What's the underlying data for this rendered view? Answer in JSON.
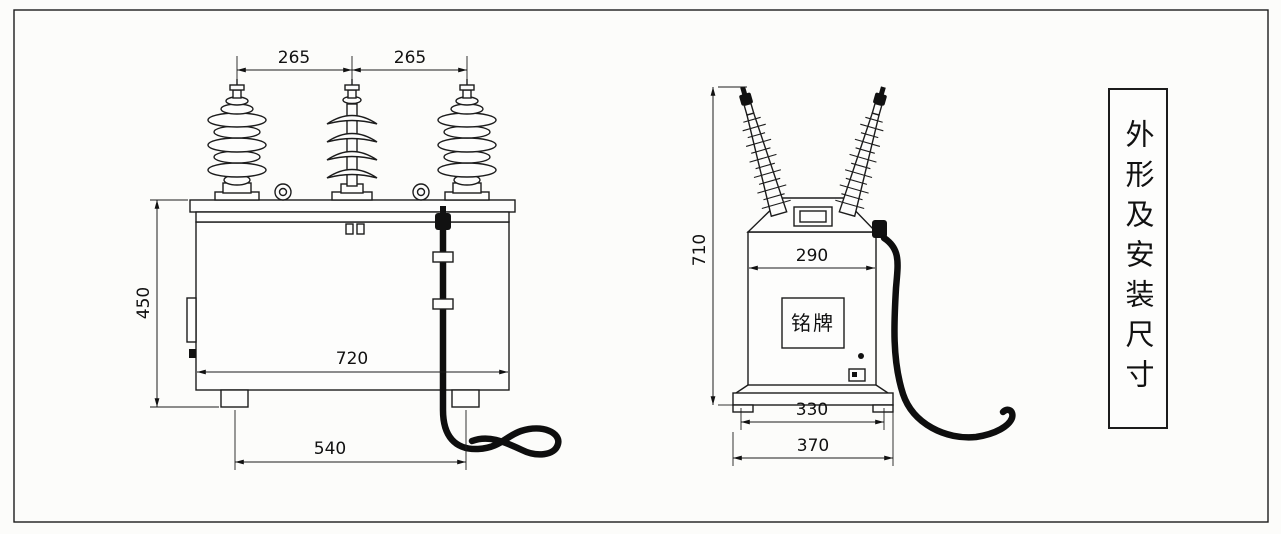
{
  "panel": {
    "title": "外形及安装尺寸"
  },
  "front_view": {
    "dim_spacing_left": "265",
    "dim_spacing_right": "265",
    "dim_height": "450",
    "dim_body_width": "720",
    "dim_foot_span": "540"
  },
  "side_view": {
    "dim_height": "710",
    "dim_top_width": "290",
    "dim_base_inner_width": "330",
    "dim_base_outer_width": "370",
    "nameplate_label": "铭牌"
  }
}
